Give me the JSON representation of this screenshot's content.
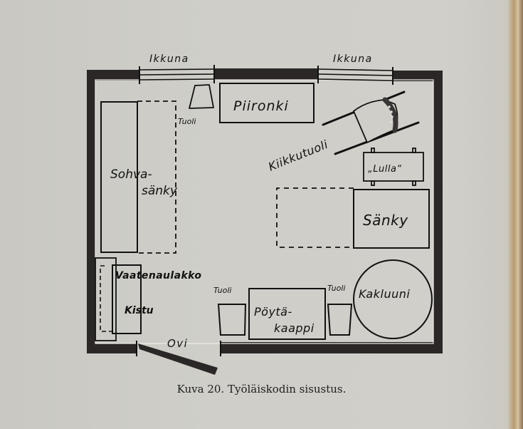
{
  "figure": {
    "caption": "Kuva 20. Työläiskodin sisustus.",
    "type": "floor-plan",
    "colors": {
      "paper": "#cfcec8",
      "wall": "#2b2727",
      "ink": "#111111",
      "room_fill": "#cfcec8"
    }
  },
  "labels": {
    "window_left": "Ikkuna",
    "window_right": "Ikkuna",
    "dresser": "Piironki",
    "chair_top": "Tuoli",
    "rocking_chair": "Kiikkutuoli",
    "cradle": "„Lulla“",
    "sofa_bed_line1": "Sohva-",
    "sofa_bed_line2": "sänky",
    "bed": "Sänky",
    "coat_rack": "Vaatenaulakko",
    "chest": "Kistu",
    "chair_left": "Tuoli",
    "chair_right": "Tuoli",
    "table_cabinet_line1": "Pöytä-",
    "table_cabinet_line2": "kaappi",
    "stove": "Kakluuni",
    "door": "Ovi"
  }
}
